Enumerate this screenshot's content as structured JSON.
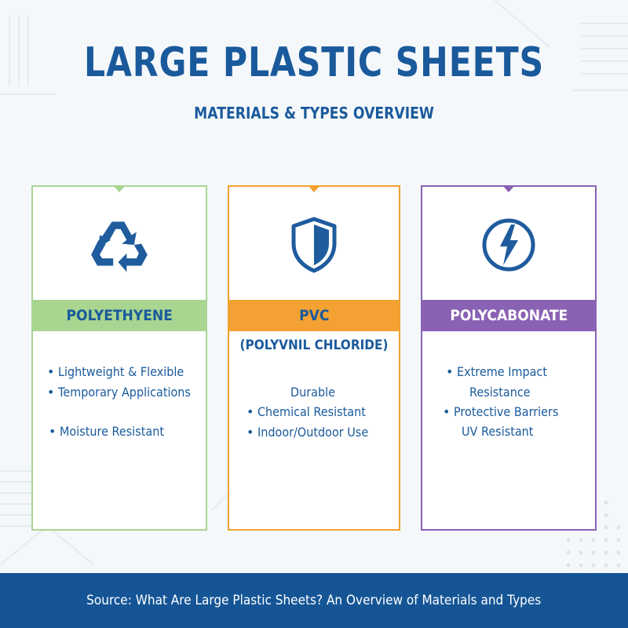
{
  "title": "LARGE PLASTIC SHEETS",
  "subtitle": "MATERIALS & TYPES OVERVIEW",
  "colors": {
    "primary_blue": "#1a5a9c",
    "green": "#a8d590",
    "orange": "#f2a132",
    "purple": "#8a62b4",
    "footer_bg": "#155596"
  },
  "cards": [
    {
      "icon": "recycle-icon",
      "name": "POLYETHYENE",
      "subname": "",
      "features": [
        "Lightweight & Flexible",
        "Temporary Applications",
        "Moisture Resistant"
      ]
    },
    {
      "icon": "shield-icon",
      "name": "PVC",
      "subname": "(POLYVNIL CHLORIDE)",
      "features": [
        "Durable",
        "Chemical Resistant",
        "Indoor/Outdoor Use"
      ]
    },
    {
      "icon": "lightning-icon",
      "name": "POLYCABONATE",
      "subname": "",
      "features": [
        "Extreme Impact",
        "Resistance",
        "Protective Barriers",
        "UV Resistant"
      ]
    }
  ],
  "bullet": "•",
  "footer": "Source: What Are Large Plastic Sheets? An Overview of Materials and Types"
}
